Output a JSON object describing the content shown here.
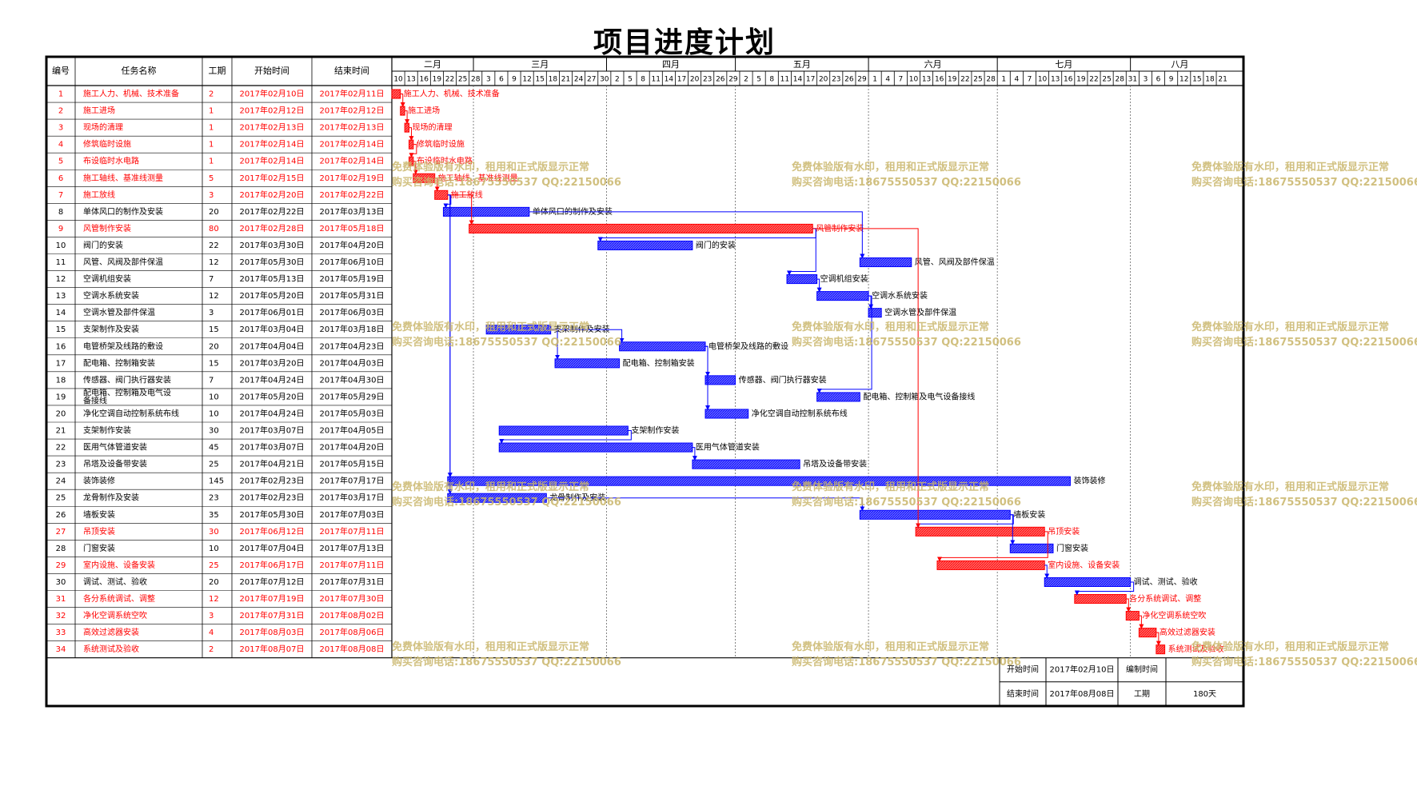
{
  "title": "项目进度计划",
  "headers": {
    "id": "编号",
    "name": "任务名称",
    "duration": "工期",
    "start": "开始时间",
    "end": "结束时间"
  },
  "months": [
    {
      "label": "二月",
      "days": [
        "10",
        "13",
        "16",
        "19",
        "22",
        "25",
        "28"
      ]
    },
    {
      "label": "三月",
      "days": [
        "3",
        "6",
        "9",
        "12",
        "15",
        "18",
        "21",
        "24",
        "27",
        "30"
      ]
    },
    {
      "label": "四月",
      "days": [
        "2",
        "5",
        "8",
        "11",
        "14",
        "17",
        "20",
        "23",
        "26",
        "29"
      ]
    },
    {
      "label": "五月",
      "days": [
        "2",
        "5",
        "8",
        "11",
        "14",
        "17",
        "20",
        "23",
        "26",
        "29"
      ]
    },
    {
      "label": "六月",
      "days": [
        "1",
        "4",
        "7",
        "10",
        "13",
        "16",
        "19",
        "22",
        "25",
        "28"
      ]
    },
    {
      "label": "七月",
      "days": [
        "1",
        "4",
        "7",
        "10",
        "13",
        "16",
        "19",
        "22",
        "25",
        "28",
        "31"
      ]
    },
    {
      "label": "八月",
      "days": [
        "3",
        "6",
        "9",
        "12",
        "15",
        "18",
        "21"
      ]
    }
  ],
  "chart_data": {
    "type": "gantt",
    "title": "项目进度计划",
    "x_start": "2017-02-10",
    "x_end": "2017-08-22",
    "tasks": [
      {
        "id": "1",
        "name": "施工人力、机械、技术准备",
        "duration": "2",
        "start": "2017年02月10日",
        "end": "2017年02月11日",
        "s": "2017-02-10",
        "e": "2017-02-11",
        "critical": true,
        "label": "施工人力、机械、技术准备"
      },
      {
        "id": "2",
        "name": "施工进场",
        "duration": "1",
        "start": "2017年02月12日",
        "end": "2017年02月12日",
        "s": "2017-02-12",
        "e": "2017-02-12",
        "critical": true,
        "label": "施工进场"
      },
      {
        "id": "3",
        "name": "现场的清理",
        "duration": "1",
        "start": "2017年02月13日",
        "end": "2017年02月13日",
        "s": "2017-02-13",
        "e": "2017-02-13",
        "critical": true,
        "label": "现场的清理"
      },
      {
        "id": "4",
        "name": "修筑临时设施",
        "duration": "1",
        "start": "2017年02月14日",
        "end": "2017年02月14日",
        "s": "2017-02-14",
        "e": "2017-02-14",
        "critical": true,
        "label": "修筑临时设施"
      },
      {
        "id": "5",
        "name": "布设临时水电路",
        "duration": "1",
        "start": "2017年02月14日",
        "end": "2017年02月14日",
        "s": "2017-02-14",
        "e": "2017-02-14",
        "critical": true,
        "label": "布设临时水电路"
      },
      {
        "id": "6",
        "name": "施工轴线、基准线测量",
        "duration": "5",
        "start": "2017年02月15日",
        "end": "2017年02月19日",
        "s": "2017-02-15",
        "e": "2017-02-19",
        "critical": true,
        "label": "施工轴线、基准线测量"
      },
      {
        "id": "7",
        "name": "施工放线",
        "duration": "3",
        "start": "2017年02月20日",
        "end": "2017年02月22日",
        "s": "2017-02-20",
        "e": "2017-02-22",
        "critical": true,
        "label": "施工放线"
      },
      {
        "id": "8",
        "name": "单体风口的制作及安装",
        "duration": "20",
        "start": "2017年02月22日",
        "end": "2017年03月13日",
        "s": "2017-02-22",
        "e": "2017-03-13",
        "critical": false,
        "label": "单体风口的制作及安装"
      },
      {
        "id": "9",
        "name": "风管制作安装",
        "duration": "80",
        "start": "2017年02月28日",
        "end": "2017年05月18日",
        "s": "2017-02-28",
        "e": "2017-05-18",
        "critical": true,
        "label": "风管制作安装"
      },
      {
        "id": "10",
        "name": "阀门的安装",
        "duration": "22",
        "start": "2017年03月30日",
        "end": "2017年04月20日",
        "s": "2017-03-30",
        "e": "2017-04-20",
        "critical": false,
        "label": "阀门的安装"
      },
      {
        "id": "11",
        "name": "风管、风阀及部件保温",
        "duration": "12",
        "start": "2017年05月30日",
        "end": "2017年06月10日",
        "s": "2017-05-30",
        "e": "2017-06-10",
        "critical": false,
        "label": "风管、风阀及部件保温"
      },
      {
        "id": "12",
        "name": "空调机组安装",
        "duration": "7",
        "start": "2017年05月13日",
        "end": "2017年05月19日",
        "s": "2017-05-13",
        "e": "2017-05-19",
        "critical": false,
        "label": "空调机组安装"
      },
      {
        "id": "13",
        "name": "空调水系统安装",
        "duration": "12",
        "start": "2017年05月20日",
        "end": "2017年05月31日",
        "s": "2017-05-20",
        "e": "2017-05-31",
        "critical": false,
        "label": "空调水系统安装"
      },
      {
        "id": "14",
        "name": "空调水管及部件保温",
        "duration": "3",
        "start": "2017年06月01日",
        "end": "2017年06月03日",
        "s": "2017-06-01",
        "e": "2017-06-03",
        "critical": false,
        "label": "空调水管及部件保温"
      },
      {
        "id": "15",
        "name": "支架制作及安装",
        "duration": "15",
        "start": "2017年03月04日",
        "end": "2017年03月18日",
        "s": "2017-03-04",
        "e": "2017-03-18",
        "critical": false,
        "label": "支架制作及安装"
      },
      {
        "id": "16",
        "name": "电管桥架及线路的敷设",
        "duration": "20",
        "start": "2017年04月04日",
        "end": "2017年04月23日",
        "s": "2017-04-04",
        "e": "2017-04-23",
        "critical": false,
        "label": "电管桥架及线路的敷设"
      },
      {
        "id": "17",
        "name": "配电箱、控制箱安装",
        "duration": "15",
        "start": "2017年03月20日",
        "end": "2017年04月03日",
        "s": "2017-03-20",
        "e": "2017-04-03",
        "critical": false,
        "label": "配电箱、控制箱安装"
      },
      {
        "id": "18",
        "name": "传感器、阀门执行器安装",
        "duration": "7",
        "start": "2017年04月24日",
        "end": "2017年04月30日",
        "s": "2017-04-24",
        "e": "2017-04-30",
        "critical": false,
        "label": "传感器、阀门执行器安装"
      },
      {
        "id": "19",
        "name": "配电箱、控制箱及电气设备接线",
        "duration": "10",
        "start": "2017年05月20日",
        "end": "2017年05月29日",
        "s": "2017-05-20",
        "e": "2017-05-29",
        "critical": false,
        "label": "配电箱、控制箱及电气设备接线"
      },
      {
        "id": "20",
        "name": "净化空调自动控制系统布线",
        "duration": "10",
        "start": "2017年04月24日",
        "end": "2017年05月03日",
        "s": "2017-04-24",
        "e": "2017-05-03",
        "critical": false,
        "label": "净化空调自动控制系统布线"
      },
      {
        "id": "21",
        "name": "支架制作安装",
        "duration": "30",
        "start": "2017年03月07日",
        "end": "2017年04月05日",
        "s": "2017-03-07",
        "e": "2017-04-05",
        "critical": false,
        "label": "支架制作安装"
      },
      {
        "id": "22",
        "name": "医用气体管道安装",
        "duration": "45",
        "start": "2017年03月07日",
        "end": "2017年04月20日",
        "s": "2017-03-07",
        "e": "2017-04-20",
        "critical": false,
        "label": "医用气体管道安装"
      },
      {
        "id": "23",
        "name": "吊塔及设备带安装",
        "duration": "25",
        "start": "2017年04月21日",
        "end": "2017年05月15日",
        "s": "2017-04-21",
        "e": "2017-05-15",
        "critical": false,
        "label": "吊塔及设备带安装"
      },
      {
        "id": "24",
        "name": "装饰装修",
        "duration": "145",
        "start": "2017年02月23日",
        "end": "2017年07月17日",
        "s": "2017-02-23",
        "e": "2017-07-17",
        "critical": false,
        "label": "装饰装修"
      },
      {
        "id": "25",
        "name": "龙骨制作及安装",
        "duration": "23",
        "start": "2017年02月23日",
        "end": "2017年03月17日",
        "s": "2017-02-23",
        "e": "2017-03-17",
        "critical": false,
        "label": "龙骨制作及安装"
      },
      {
        "id": "26",
        "name": "墙板安装",
        "duration": "35",
        "start": "2017年05月30日",
        "end": "2017年07月03日",
        "s": "2017-05-30",
        "e": "2017-07-03",
        "critical": false,
        "label": "墙板安装"
      },
      {
        "id": "27",
        "name": "吊顶安装",
        "duration": "30",
        "start": "2017年06月12日",
        "end": "2017年07月11日",
        "s": "2017-06-12",
        "e": "2017-07-11",
        "critical": true,
        "label": "吊顶安装"
      },
      {
        "id": "28",
        "name": "门窗安装",
        "duration": "10",
        "start": "2017年07月04日",
        "end": "2017年07月13日",
        "s": "2017-07-04",
        "e": "2017-07-13",
        "critical": false,
        "label": "门窗安装"
      },
      {
        "id": "29",
        "name": "室内设施、设备安装",
        "duration": "25",
        "start": "2017年06月17日",
        "end": "2017年07月11日",
        "s": "2017-06-17",
        "e": "2017-07-11",
        "critical": true,
        "label": "室内设施、设备安装"
      },
      {
        "id": "30",
        "name": "调试、测试、验收",
        "duration": "20",
        "start": "2017年07月12日",
        "end": "2017年07月31日",
        "s": "2017-07-12",
        "e": "2017-07-31",
        "critical": false,
        "label": "调试、测试、验收"
      },
      {
        "id": "31",
        "name": "各分系统调试、调整",
        "duration": "12",
        "start": "2017年07月19日",
        "end": "2017年07月30日",
        "s": "2017-07-19",
        "e": "2017-07-30",
        "critical": true,
        "label": "各分系统调试、调整"
      },
      {
        "id": "32",
        "name": "净化空调系统空吹",
        "duration": "3",
        "start": "2017年07月31日",
        "end": "2017年08月02日",
        "s": "2017-07-31",
        "e": "2017-08-02",
        "critical": true,
        "label": "净化空调系统空吹"
      },
      {
        "id": "33",
        "name": "高效过滤器安装",
        "duration": "4",
        "start": "2017年08月03日",
        "end": "2017年08月06日",
        "s": "2017-08-03",
        "e": "2017-08-06",
        "critical": true,
        "label": "高效过滤器安装"
      },
      {
        "id": "34",
        "name": "系统测试及验收",
        "duration": "2",
        "start": "2017年08月07日",
        "end": "2017年08月08日",
        "s": "2017-08-07",
        "e": "2017-08-08",
        "critical": true,
        "label": "系统测试及验收"
      }
    ]
  },
  "footer": {
    "start_label": "开始时间",
    "start_value": "2017年02月10日",
    "end_label": "结束时间",
    "end_value": "2017年08月08日",
    "author_label": "编制时间",
    "author_value": "",
    "duration_label": "工期",
    "duration_value": "180天"
  },
  "watermark": {
    "line1": "免费体验版有水印，租用和正式版显示正常",
    "line2": "购买咨询电话:18675550537 QQ:22150066"
  },
  "colors": {
    "critical": "#ff0000",
    "normal": "#0000ff",
    "critical_fill": "#ff6666",
    "normal_fill": "#6666ff",
    "border": "#000000"
  }
}
